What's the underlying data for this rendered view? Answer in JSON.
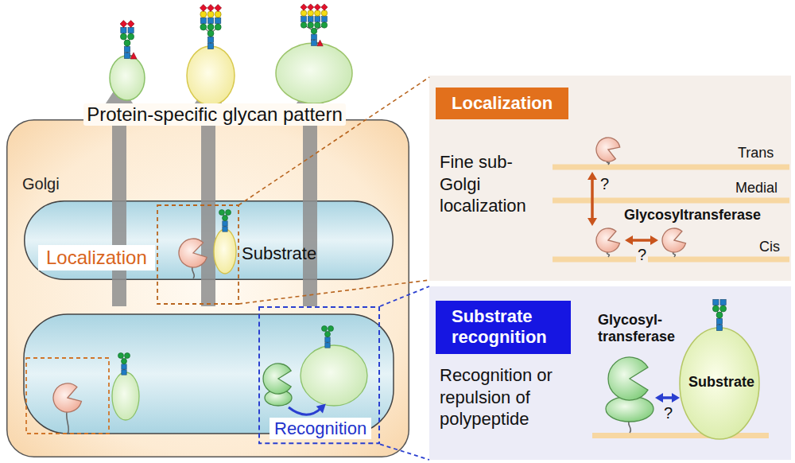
{
  "diagram": {
    "nodes": [
      {
        "text": [
          "Golgi"
        ]
      },
      {
        "text": [
          "Localization"
        ],
        "in": 0
      },
      {
        "text": [
          "Recognition"
        ],
        "in": 0
      },
      {
        "text": [
          "Fine sub-Golgi localization"
        ]
      },
      {
        "text": [
          "Localization"
        ],
        "in": 3
      },
      {
        "text": [
          "Recognition or repulsion of polypeptide"
        ]
      },
      {
        "text": [
          "Substrate recognition"
        ],
        "in": 5
      }
    ],
    "edges": [
      {
        "from": 2,
        "to": 5,
        "arrow": "none"
      }
    ],
    "labels": [
      "Protein-specific glycan pattern",
      "Substrate",
      "Trans",
      "?",
      "Medial",
      "Glycosyltransferase",
      "?",
      "Cis",
      "Glycosyl- transferase",
      "Substrate",
      "?"
    ]
  }
}
